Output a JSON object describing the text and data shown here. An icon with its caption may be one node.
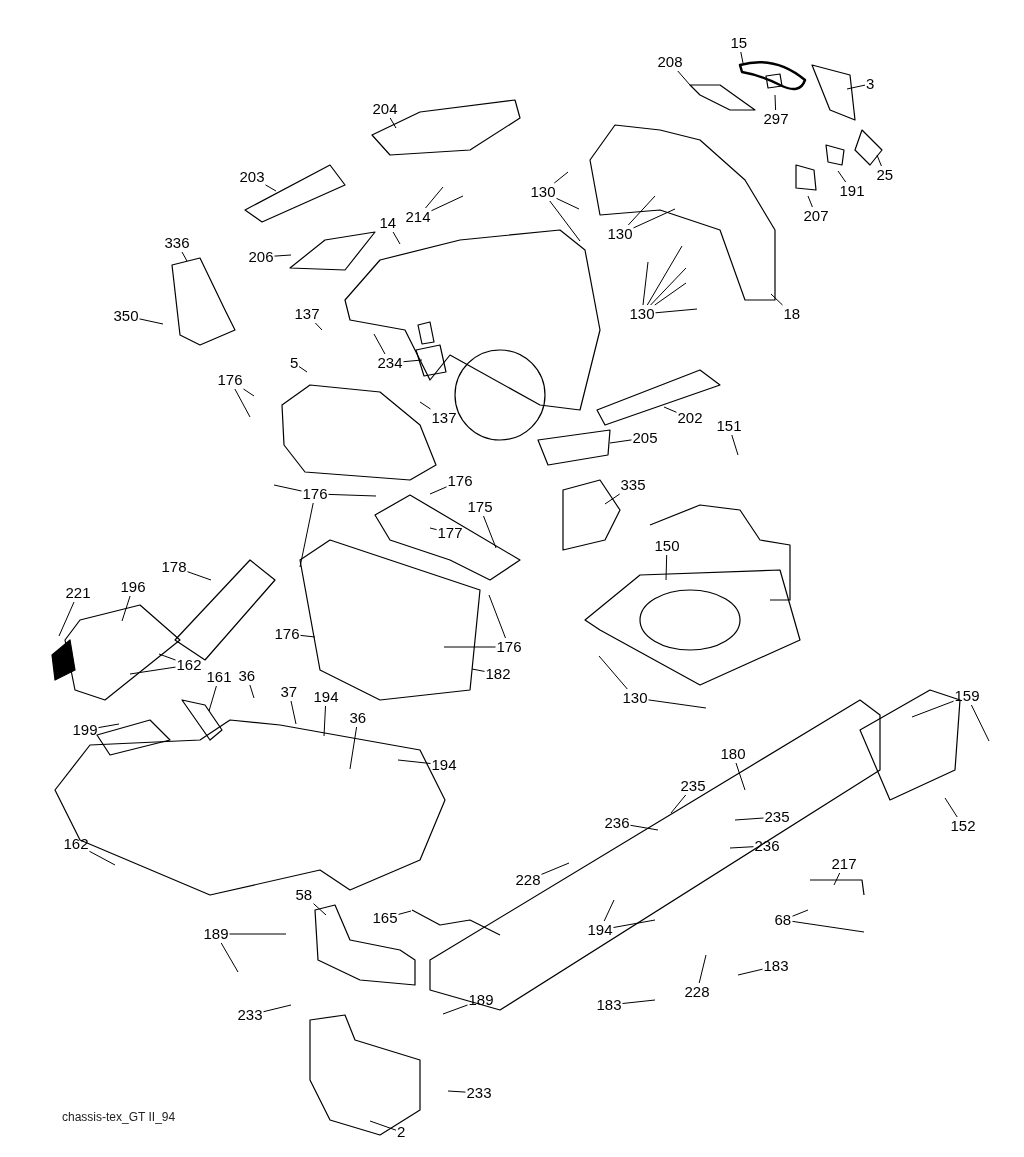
{
  "diagram": {
    "caption": "chassis-tex_GT II_94",
    "nodes": [
      {
        "text": [
          "15"
        ]
      },
      {
        "text": [
          "208"
        ]
      },
      {
        "text": [
          "3"
        ]
      },
      {
        "text": [
          "204"
        ]
      },
      {
        "text": [
          "297"
        ]
      },
      {
        "text": [
          "25"
        ]
      },
      {
        "text": [
          "203"
        ]
      },
      {
        "text": [
          "130"
        ]
      },
      {
        "text": [
          "191"
        ]
      },
      {
        "text": [
          "207"
        ]
      },
      {
        "text": [
          "214"
        ]
      },
      {
        "text": [
          "14"
        ]
      },
      {
        "text": [
          "130"
        ]
      },
      {
        "text": [
          "336"
        ]
      },
      {
        "text": [
          "206"
        ]
      },
      {
        "text": [
          "350"
        ]
      },
      {
        "text": [
          "137"
        ]
      },
      {
        "text": [
          "130"
        ]
      },
      {
        "text": [
          "18"
        ]
      },
      {
        "text": [
          "5"
        ]
      },
      {
        "text": [
          "234"
        ]
      },
      {
        "text": [
          "176"
        ]
      },
      {
        "text": [
          "202"
        ]
      },
      {
        "text": [
          "137"
        ]
      },
      {
        "text": [
          "151"
        ]
      },
      {
        "text": [
          "205"
        ]
      },
      {
        "text": [
          "176"
        ]
      },
      {
        "text": [
          "335"
        ]
      },
      {
        "text": [
          "176"
        ]
      },
      {
        "text": [
          "175"
        ]
      },
      {
        "text": [
          "177"
        ]
      },
      {
        "text": [
          "150"
        ]
      },
      {
        "text": [
          "178"
        ]
      },
      {
        "text": [
          "196"
        ]
      },
      {
        "text": [
          "221"
        ]
      },
      {
        "text": [
          "176"
        ]
      },
      {
        "text": [
          "176"
        ]
      },
      {
        "text": [
          "162"
        ]
      },
      {
        "text": [
          "182"
        ]
      },
      {
        "text": [
          "36"
        ]
      },
      {
        "text": [
          "161"
        ]
      },
      {
        "text": [
          "37"
        ]
      },
      {
        "text": [
          "130"
        ]
      },
      {
        "text": [
          "159"
        ]
      },
      {
        "text": [
          "194"
        ]
      },
      {
        "text": [
          "36"
        ]
      },
      {
        "text": [
          "199"
        ]
      },
      {
        "text": [
          "180"
        ]
      },
      {
        "text": [
          "194"
        ]
      },
      {
        "text": [
          "235"
        ]
      },
      {
        "text": [
          "235"
        ]
      },
      {
        "text": [
          "236"
        ]
      },
      {
        "text": [
          "152"
        ]
      },
      {
        "text": [
          "162"
        ]
      },
      {
        "text": [
          "236"
        ]
      },
      {
        "text": [
          "217"
        ]
      },
      {
        "text": [
          "228"
        ]
      },
      {
        "text": [
          "58"
        ]
      },
      {
        "text": [
          "165"
        ]
      },
      {
        "text": [
          "68"
        ]
      },
      {
        "text": [
          "194"
        ]
      },
      {
        "text": [
          "189"
        ]
      },
      {
        "text": [
          "183"
        ]
      },
      {
        "text": [
          "228"
        ]
      },
      {
        "text": [
          "189"
        ]
      },
      {
        "text": [
          "183"
        ]
      },
      {
        "text": [
          "233"
        ]
      },
      {
        "text": [
          "233"
        ]
      },
      {
        "text": [
          "2"
        ]
      }
    ],
    "edges": [
      {
        "from": 0,
        "to": null,
        "arrow": "none"
      },
      {
        "from": 1,
        "to": null,
        "arrow": "none"
      },
      {
        "from": 2,
        "to": null,
        "arrow": "none"
      },
      {
        "from": 3,
        "to": null,
        "arrow": "none"
      },
      {
        "from": 4,
        "to": null,
        "arrow": "none"
      },
      {
        "from": 5,
        "to": null,
        "arrow": "none"
      },
      {
        "from": 6,
        "to": null,
        "arrow": "none"
      },
      {
        "from": 7,
        "to": null,
        "arrow": "none"
      },
      {
        "from": 7,
        "to": null,
        "arrow": "none"
      },
      {
        "from": 7,
        "to": null,
        "arrow": "none"
      },
      {
        "from": 8,
        "to": null,
        "arrow": "none"
      },
      {
        "from": 9,
        "to": null,
        "arrow": "none"
      },
      {
        "from": 10,
        "to": null,
        "arrow": "none"
      },
      {
        "from": 10,
        "to": null,
        "arrow": "none"
      },
      {
        "from": 11,
        "to": null,
        "arrow": "none"
      },
      {
        "from": 12,
        "to": null,
        "arrow": "none"
      },
      {
        "from": 12,
        "to": null,
        "arrow": "none"
      },
      {
        "from": 13,
        "to": null,
        "arrow": "none"
      },
      {
        "from": 14,
        "to": null,
        "arrow": "none"
      },
      {
        "from": 15,
        "to": null,
        "arrow": "none"
      },
      {
        "from": 16,
        "to": null,
        "arrow": "none"
      },
      {
        "from": 17,
        "to": null,
        "arrow": "none"
      },
      {
        "from": 17,
        "to": null,
        "arrow": "none"
      },
      {
        "from": 17,
        "to": null,
        "arrow": "none"
      },
      {
        "from": 17,
        "to": null,
        "arrow": "none"
      },
      {
        "from": 17,
        "to": null,
        "arrow": "none"
      },
      {
        "from": 18,
        "to": null,
        "arrow": "none"
      },
      {
        "from": 19,
        "to": null,
        "arrow": "none"
      },
      {
        "from": 20,
        "to": null,
        "arrow": "none"
      },
      {
        "from": 20,
        "to": null,
        "arrow": "none"
      },
      {
        "from": 21,
        "to": null,
        "arrow": "none"
      },
      {
        "from": 21,
        "to": null,
        "arrow": "none"
      },
      {
        "from": 22,
        "to": null,
        "arrow": "none"
      },
      {
        "from": 23,
        "to": null,
        "arrow": "none"
      },
      {
        "from": 24,
        "to": null,
        "arrow": "none"
      },
      {
        "from": 25,
        "to": null,
        "arrow": "none"
      },
      {
        "from": 26,
        "to": null,
        "arrow": "none"
      },
      {
        "from": 27,
        "to": null,
        "arrow": "none"
      },
      {
        "from": 28,
        "to": null,
        "arrow": "none"
      },
      {
        "from": 28,
        "to": null,
        "arrow": "none"
      },
      {
        "from": 28,
        "to": null,
        "arrow": "none"
      },
      {
        "from": 29,
        "to": null,
        "arrow": "none"
      },
      {
        "from": 30,
        "to": null,
        "arrow": "none"
      },
      {
        "from": 31,
        "to": null,
        "arrow": "none"
      },
      {
        "from": 32,
        "to": null,
        "arrow": "none"
      },
      {
        "from": 33,
        "to": null,
        "arrow": "none"
      },
      {
        "from": 34,
        "to": null,
        "arrow": "none"
      },
      {
        "from": 35,
        "to": null,
        "arrow": "none"
      },
      {
        "from": 36,
        "to": null,
        "arrow": "none"
      },
      {
        "from": 36,
        "to": null,
        "arrow": "none"
      },
      {
        "from": 37,
        "to": null,
        "arrow": "none"
      },
      {
        "from": 37,
        "to": null,
        "arrow": "none"
      },
      {
        "from": 38,
        "to": null,
        "arrow": "none"
      },
      {
        "from": 39,
        "to": null,
        "arrow": "none"
      },
      {
        "from": 40,
        "to": null,
        "arrow": "none"
      },
      {
        "from": 41,
        "to": null,
        "arrow": "none"
      },
      {
        "from": 42,
        "to": null,
        "arrow": "none"
      },
      {
        "from": 42,
        "to": null,
        "arrow": "none"
      },
      {
        "from": 43,
        "to": null,
        "arrow": "none"
      },
      {
        "from": 43,
        "to": null,
        "arrow": "none"
      },
      {
        "from": 44,
        "to": null,
        "arrow": "none"
      },
      {
        "from": 45,
        "to": null,
        "arrow": "none"
      },
      {
        "from": 46,
        "to": null,
        "arrow": "none"
      },
      {
        "from": 47,
        "to": null,
        "arrow": "none"
      },
      {
        "from": 48,
        "to": null,
        "arrow": "none"
      },
      {
        "from": 49,
        "to": null,
        "arrow": "none"
      },
      {
        "from": 50,
        "to": null,
        "arrow": "none"
      },
      {
        "from": 51,
        "to": null,
        "arrow": "none"
      },
      {
        "from": 52,
        "to": null,
        "arrow": "none"
      },
      {
        "from": 53,
        "to": null,
        "arrow": "none"
      },
      {
        "from": 54,
        "to": null,
        "arrow": "none"
      },
      {
        "from": 55,
        "to": null,
        "arrow": "none"
      },
      {
        "from": 56,
        "to": null,
        "arrow": "none"
      },
      {
        "from": 57,
        "to": null,
        "arrow": "none"
      },
      {
        "from": 58,
        "to": null,
        "arrow": "none"
      },
      {
        "from": 59,
        "to": null,
        "arrow": "none"
      },
      {
        "from": 59,
        "to": null,
        "arrow": "none"
      },
      {
        "from": 60,
        "to": null,
        "arrow": "none"
      },
      {
        "from": 60,
        "to": null,
        "arrow": "none"
      },
      {
        "from": 61,
        "to": null,
        "arrow": "none"
      },
      {
        "from": 61,
        "to": null,
        "arrow": "none"
      },
      {
        "from": 62,
        "to": null,
        "arrow": "none"
      },
      {
        "from": 63,
        "to": null,
        "arrow": "none"
      },
      {
        "from": 64,
        "to": null,
        "arrow": "none"
      },
      {
        "from": 65,
        "to": null,
        "arrow": "none"
      },
      {
        "from": 66,
        "to": null,
        "arrow": "none"
      },
      {
        "from": 67,
        "to": null,
        "arrow": "none"
      },
      {
        "from": 68,
        "to": null,
        "arrow": "none"
      }
    ]
  }
}
